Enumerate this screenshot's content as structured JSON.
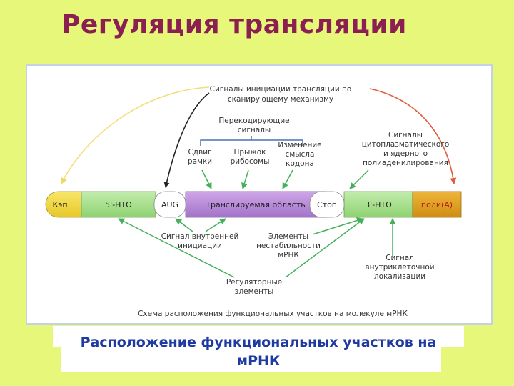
{
  "slide": {
    "title": "Регуляция трансляции",
    "caption_line1": "Расположение функциональных участков на",
    "caption_line2": "мРНК"
  },
  "diagram": {
    "segments": {
      "cap": "Кэп",
      "utr5": "5'-НТО",
      "start_codon": "AUG",
      "coding": "Транслируемая область",
      "stop_codon": "Стоп",
      "utr3": "3'-НТО",
      "polyA": "поли(А)"
    },
    "labels": {
      "scanning_1": "Сигналы инициации трансляции по",
      "scanning_2": "сканирующему механизму",
      "recoding_1": "Перекодирующие",
      "recoding_2": "сигналы",
      "frameshift_1": "Сдвиг",
      "frameshift_2": "рамки",
      "hop_1": "Прыжок",
      "hop_2": "рибосомы",
      "codon_1": "Изменение",
      "codon_2": "смысла",
      "codon_3": "кодона",
      "polyad_1": "Сигналы",
      "polyad_2": "цитоплазматического",
      "polyad_3": "и ядерного",
      "polyad_4": "полиаденилирования",
      "ires_1": "Сигнал внутренней",
      "ires_2": "инициации",
      "instab_1": "Элементы",
      "instab_2": "нестабильности",
      "instab_3": "мРНК",
      "local_1": "Сигнал",
      "local_2": "внутриклеточной",
      "local_3": "локализации",
      "reg_1": "Регуляторные",
      "reg_2": "элементы"
    },
    "figure_caption": "Схема расположения функциональных участков на молекуле мРНК",
    "colors": {
      "cap": "#f5dc3a",
      "utr": "#a9e08e",
      "coding": "#b98ad8",
      "polyA": "#e0a21c",
      "green_arrow": "#45b05a",
      "yellow_arrow": "#f2df7a",
      "red_arrow": "#e25a3a",
      "black_arrow": "#222222",
      "bracket": "#4a72b8"
    }
  }
}
